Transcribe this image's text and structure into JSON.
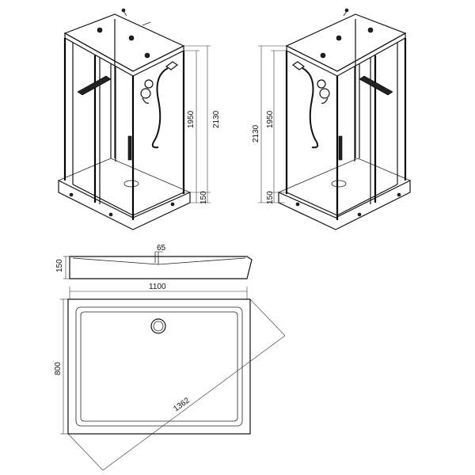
{
  "dimensions": {
    "height_total": "2130",
    "height_cabin": "1950",
    "height_tray": "150",
    "tray_side_height": "150",
    "drain_offset": "65",
    "width": "1100",
    "depth": "800",
    "diagonal": "1362"
  },
  "colors": {
    "line": "#111111",
    "background": "#ffffff",
    "dark_fill": "#222222"
  },
  "icons": [
    "shower-cabin-left-view",
    "shower-cabin-right-view",
    "tray-side-section",
    "tray-top-plan"
  ]
}
